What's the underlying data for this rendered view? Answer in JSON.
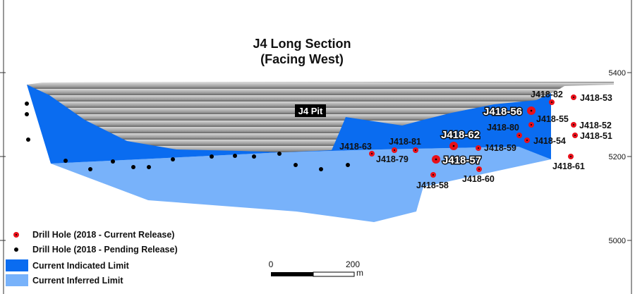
{
  "title": {
    "line1": "J4 Long Section",
    "line2": "(Facing West)"
  },
  "pit_label": "J4 Pit",
  "axis": {
    "ticks": [
      "5400",
      "5200",
      "5000"
    ]
  },
  "colors": {
    "indicated": "#0a6cf0",
    "inferred": "#78b2fa",
    "current_hole": "#e8101a",
    "pending_hole": "#000000"
  },
  "holes_current": [
    "J418-82",
    "J418-53",
    "J418-56",
    "J418-55",
    "J418-52",
    "J418-80",
    "J418-54",
    "J418-51",
    "J418-62",
    "J418-59",
    "J418-63",
    "J418-81",
    "J418-79",
    "J418-57",
    "J418-60",
    "J418-58",
    "J418-61"
  ],
  "legend": {
    "current": "Drill Hole (2018 - Current Release)",
    "pending": "Drill Hole (2018 - Pending Release)",
    "indicated": "Current Indicated Limit",
    "inferred": "Current Inferred Limit"
  },
  "scale": {
    "start": "0",
    "end": "200",
    "unit": "m"
  }
}
